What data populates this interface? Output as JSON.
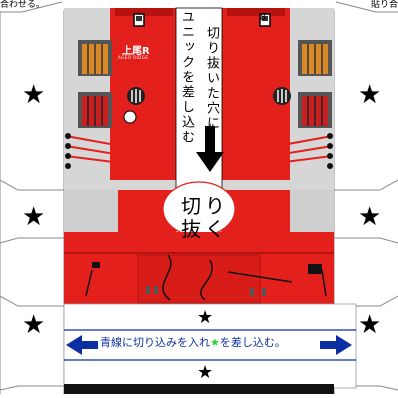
{
  "corners": {
    "left": "合わせる。",
    "right": "貼り合"
  },
  "instructions": {
    "insert_unit": "ユニックを差し込む",
    "cut_hole": "切り抜いた穴に",
    "cut_out": [
      "切",
      "り",
      "抜",
      "く"
    ],
    "bottom_cut_text_before": "青線に切り込みを入れ",
    "bottom_cut_text_star": "★",
    "bottom_cut_text_after": "を差し込む。"
  },
  "train": {
    "destination_label": "上尾R",
    "destination_sub": "AGEO RIDGE",
    "unit_number": "8"
  },
  "stars": {
    "symbol": "★"
  },
  "colors": {
    "red": "#e3201b",
    "dark_red": "#b5130f",
    "grey": "#c8c8c8",
    "dark_grey": "#888888",
    "blue": "#0b2fa0",
    "green": "#33cc33",
    "black": "#000000"
  }
}
